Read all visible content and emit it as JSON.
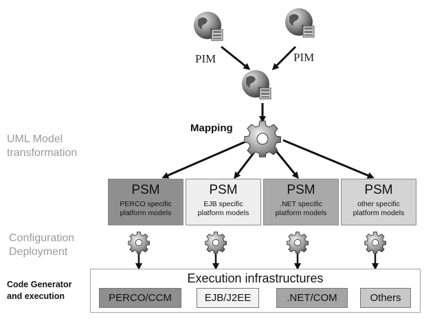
{
  "pim_labels": [
    "PIM",
    "PIM"
  ],
  "mapping_label": "Mapping",
  "side_labels": {
    "uml": "UML Model\ntransformation",
    "config": "Configuration\nDeployment",
    "codegen": "Code Generator\nand execution"
  },
  "psm_boxes": [
    {
      "title": "PSM",
      "subtitle": "PERCO specific\nplatform models",
      "shade": "#8f8f8f"
    },
    {
      "title": "PSM",
      "subtitle": "EJB specific\nplatform models",
      "shade": "#eeeeee"
    },
    {
      "title": "PSM",
      "subtitle": ".NET specific\nplatform models",
      "shade": "#a9a9a9"
    },
    {
      "title": "PSM",
      "subtitle": "other specific\nplatform models",
      "shade": "#d4d4d4"
    }
  ],
  "execution": {
    "title": "Execution infrastructures",
    "items": [
      "PERCO/CCM",
      "EJB/J2EE",
      ".NET/COM",
      "Others"
    ]
  },
  "icons": {
    "globe": "globe-server-icon",
    "gear": "gear-icon"
  },
  "colors": {
    "side_label": "#9a9a9a",
    "arrow": "#111111"
  }
}
